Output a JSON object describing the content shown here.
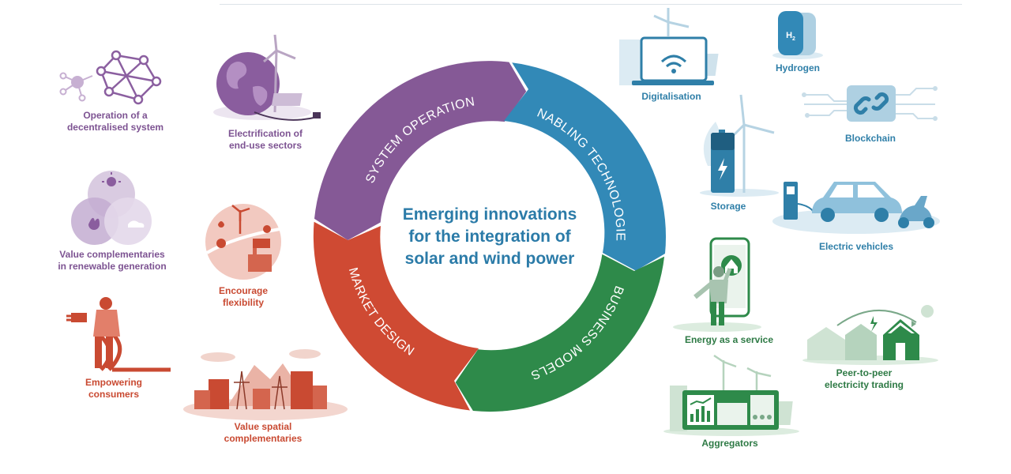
{
  "title_lines": [
    "Emerging innovations",
    "for the integration of",
    "solar and wind power"
  ],
  "segments": [
    {
      "id": "system",
      "label": "SYSTEM OPERATION",
      "color": "#855996"
    },
    {
      "id": "enabling",
      "label": "ENABLING TECHNOLOGIES",
      "color": "#3289b7"
    },
    {
      "id": "business",
      "label": "BUSINESS MODELS",
      "color": "#2e8a4a"
    },
    {
      "id": "market",
      "label": "MARKET DESIGN",
      "color": "#cf4a33"
    }
  ],
  "items": {
    "decentralised": [
      "Operation of a",
      "decentralised system"
    ],
    "electrification": [
      "Electrification of",
      "end-use sectors"
    ],
    "value_compl": [
      "Value complementaries",
      "in renewable generation"
    ],
    "flexibility": [
      "Encourage",
      "flexibility"
    ],
    "empowering": [
      "Empowering",
      "consumers"
    ],
    "spatial": [
      "Value spatial",
      "complementaries"
    ],
    "digitalisation": "Digitalisation",
    "hydrogen": "Hydrogen",
    "blockchain": "Blockchain",
    "storage": "Storage",
    "ev": "Electric vehicles",
    "eaas": "Energy as a service",
    "p2p": [
      "Peer-to-peer",
      "electricity trading"
    ],
    "aggregators": "Aggregators"
  },
  "icon_text": {
    "hydrogen_symbol": "H",
    "hydrogen_sub": "2"
  },
  "colors": {
    "purple": "#855996",
    "blue": "#3289b7",
    "green": "#2e8a4a",
    "red": "#cf4a33"
  }
}
